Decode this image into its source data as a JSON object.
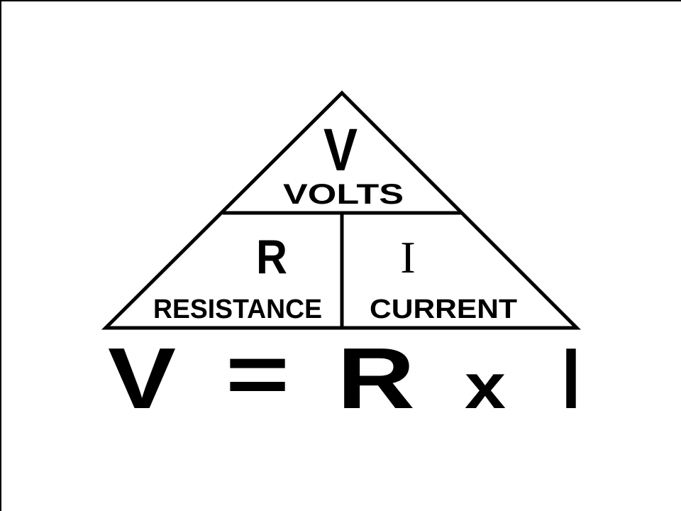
{
  "triangle": {
    "top": {
      "symbol": "V",
      "label": "VOLTS"
    },
    "bottom_left": {
      "symbol": "R",
      "label": "RESISTANCE"
    },
    "bottom_right": {
      "symbol": "I",
      "label": "CURRENT"
    }
  },
  "formula": {
    "lhs": "V",
    "equals": "=",
    "term1": "R",
    "times": "x",
    "term2": "I"
  }
}
